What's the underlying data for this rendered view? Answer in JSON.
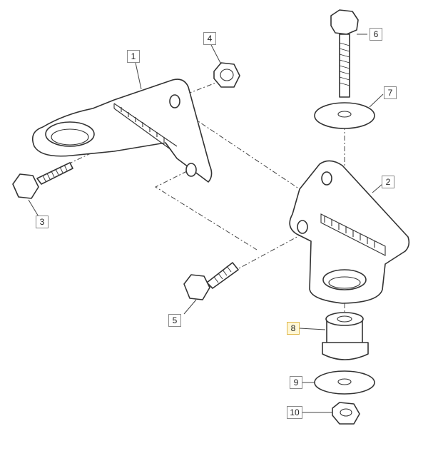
{
  "callouts": [
    {
      "id": "1",
      "part": "drawbar-bracket"
    },
    {
      "id": "2",
      "part": "hitch-bracket"
    },
    {
      "id": "3",
      "part": "bolt"
    },
    {
      "id": "4",
      "part": "nut"
    },
    {
      "id": "5",
      "part": "bolt"
    },
    {
      "id": "6",
      "part": "bolt"
    },
    {
      "id": "7",
      "part": "washer"
    },
    {
      "id": "8",
      "part": "bushing",
      "highlighted": true
    },
    {
      "id": "9",
      "part": "washer"
    },
    {
      "id": "10",
      "part": "nut"
    }
  ],
  "colors": {
    "line": "#333333",
    "highlight": "#e0b84a",
    "background": "#ffffff"
  }
}
